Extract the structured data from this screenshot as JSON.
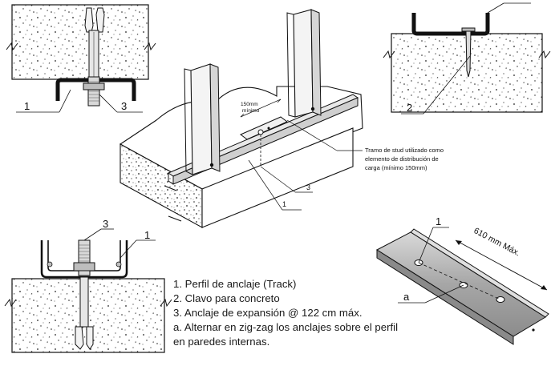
{
  "callouts": {
    "top_left_1": "1",
    "top_left_3": "3",
    "top_right_2": "2",
    "center_3": "3",
    "center_1": "1",
    "bottom_left_3": "3",
    "bottom_left_1": "1",
    "right_1": "1",
    "right_a": "a"
  },
  "center": {
    "dimension_line1": "150mm",
    "dimension_line2": "mínimo",
    "note_line1": "Tramo de stud utilizado como",
    "note_line2": "elemento de distribución de",
    "note_line3": "carga (mínimo 150mm)"
  },
  "track_detail": {
    "spacing_label": "610 mm Máx."
  },
  "legend": {
    "item1": "1. Perfil de anclaje (Track)",
    "item2": "2. Clavo para concreto",
    "item3": "3. Anclaje de expansión @ 122 cm máx.",
    "item4_line1": "a. Alternar en zig-zag los anclajes sobre el perfil",
    "item4_line2": "en paredes internas."
  }
}
